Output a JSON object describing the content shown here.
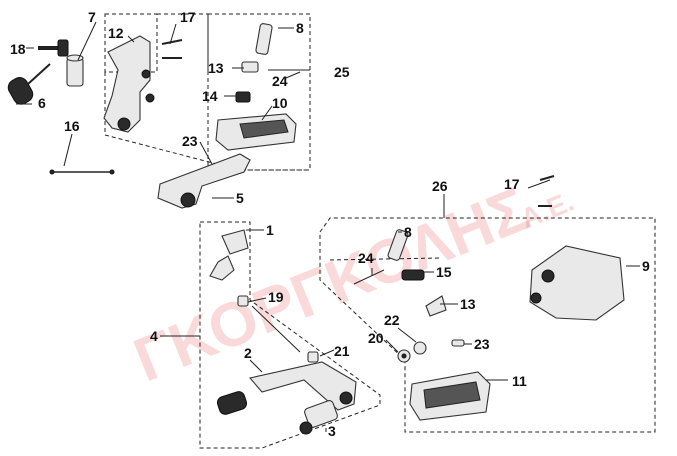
{
  "watermark": {
    "main": "ΓΚΟΡΓΚΟΛΗΣ",
    "suffix": "Α.Ε."
  },
  "callouts": {
    "n1": "1",
    "n2": "2",
    "n3": "3",
    "n4": "4",
    "n5": "5",
    "n6": "6",
    "n7": "7",
    "n8a": "8",
    "n8b": "8",
    "n9": "9",
    "n10": "10",
    "n11": "11",
    "n12": "12",
    "n13a": "13",
    "n13b": "13",
    "n14": "14",
    "n15": "15",
    "n16": "16",
    "n17a": "17",
    "n17b": "17",
    "n18": "18",
    "n19": "19",
    "n20": "20",
    "n21": "21",
    "n22": "22",
    "n23a": "23",
    "n23b": "23",
    "n24a": "24",
    "n24b": "24",
    "n25": "25",
    "n26": "26"
  },
  "colors": {
    "watermark": "#eb7878",
    "line": "#222222",
    "part_fill": "#e9e9e9"
  }
}
